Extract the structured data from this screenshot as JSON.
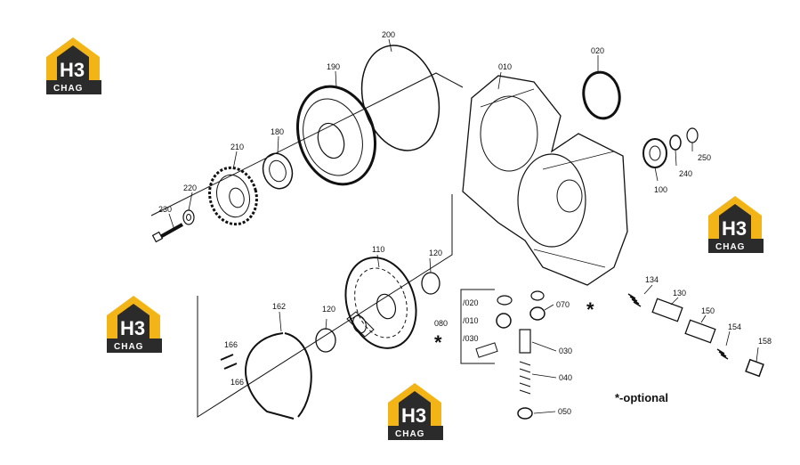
{
  "brand": {
    "mark": "H3",
    "name": "CHAG",
    "yellow": "#f2b417",
    "dark": "#2b2b2b"
  },
  "labels": {
    "p010": "010",
    "p020": "020",
    "p030": "030",
    "p040": "040",
    "p050": "050",
    "p070": "070",
    "p080": "080",
    "p100": "100",
    "p110": "110",
    "p120a": "120",
    "p120b": "120",
    "p130": "130",
    "p134": "134",
    "p150": "150",
    "p154": "154",
    "p158": "158",
    "p162": "162",
    "p166a": "166",
    "p166b": "166",
    "p180": "180",
    "p190": "190",
    "p200": "200",
    "p210": "210",
    "p220": "220",
    "p230": "230",
    "p240": "240",
    "p250": "250",
    "s020": "/020",
    "s010": "/010",
    "s030": "/030"
  },
  "note": "*-optional",
  "asterisk": "*"
}
